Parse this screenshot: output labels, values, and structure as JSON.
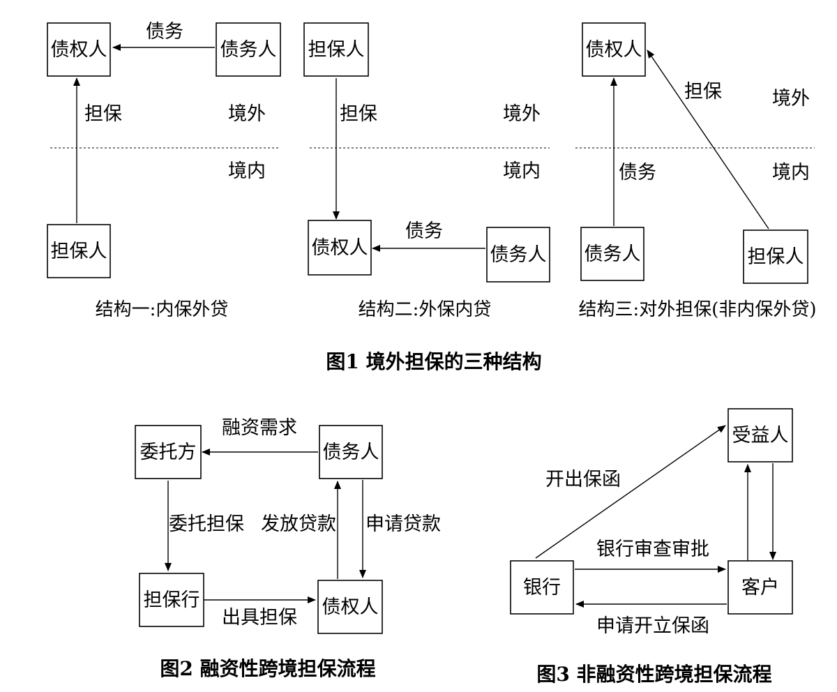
{
  "figure1": {
    "title": "图1  境外担保的三种结构",
    "regions": {
      "outside": "境外",
      "inside": "境内"
    },
    "structure1": {
      "caption": "结构一:内保外贷",
      "creditor": "债权人",
      "debtor": "债务人",
      "guarantor": "担保人",
      "debt_label": "债务",
      "guarantee_label": "担保"
    },
    "structure2": {
      "caption": "结构二:外保内贷",
      "creditor": "债权人",
      "debtor": "债务人",
      "guarantor": "担保人",
      "debt_label": "债务",
      "guarantee_label": "担保"
    },
    "structure3": {
      "caption": "结构三:对外担保(非内保外贷)",
      "creditor": "债权人",
      "debtor": "债务人",
      "guarantor": "担保人",
      "debt_label": "债务",
      "guarantee_label": "担保"
    }
  },
  "figure2": {
    "title": "图2  融资性跨境担保流程",
    "nodes": {
      "entrustor": "委托方",
      "debtor": "债务人",
      "guarantee_bank": "担保行",
      "creditor": "债权人"
    },
    "edges": {
      "financing_need": "融资需求",
      "entrusted_guarantee": "委托担保",
      "issue_loan": "发放贷款",
      "apply_loan": "申请贷款",
      "issue_guarantee": "出具担保"
    }
  },
  "figure3": {
    "title": "图3  非融资性跨境担保流程",
    "nodes": {
      "beneficiary": "受益人",
      "bank": "银行",
      "customer": "客户"
    },
    "edges": {
      "issue_letter": "开出保函",
      "bank_review": "银行审查审批",
      "apply_letter": "申请开立保函"
    }
  }
}
